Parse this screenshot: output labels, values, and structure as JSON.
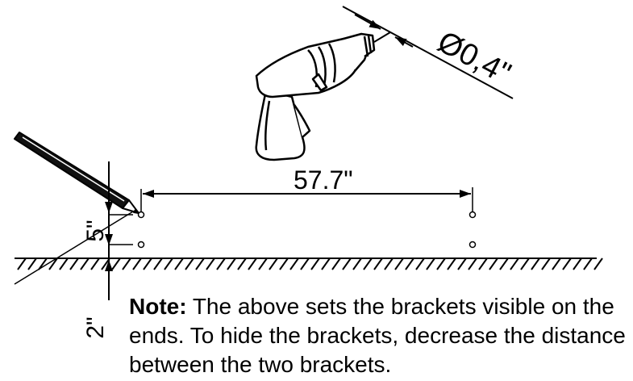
{
  "diagram": {
    "drill_diameter_label": "Ø0,4\"",
    "bracket_spacing_label": "57.7\"",
    "upper_offset_label": "5\"",
    "lower_offset_label": "2\""
  },
  "note": {
    "heading": "Note:",
    "text": "The above sets the brackets visible on the ends. To hide the brackets, decrease the distance between the two brackets."
  },
  "icons": {
    "drill": "drill-icon",
    "pencil": "pencil-icon"
  },
  "colors": {
    "ink": "#000000",
    "background": "#ffffff"
  }
}
